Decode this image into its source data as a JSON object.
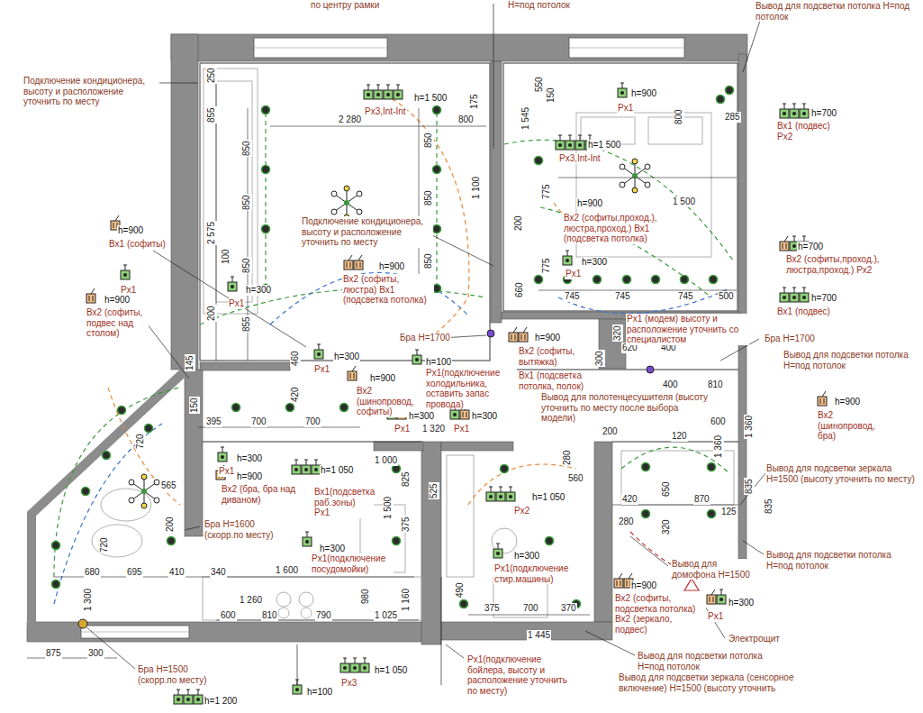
{
  "diagram": {
    "labels": [
      "по центру рамки",
      "Н=под потолок",
      "Вывод для подсветки потолка Н=под потолок",
      "Подключение кондиционера, высоту и расположение уточнить по месту",
      "h=1 500",
      "Рх3,Int-Int",
      "h=900",
      "Рх1",
      "h=700",
      "Вх1 (подвес) Рх2",
      "2 280",
      "800",
      "h=1 500",
      "Рх3,Int-Int",
      "1 100",
      "850",
      "850",
      "850",
      "250",
      "855",
      "2 575",
      "850",
      "850",
      "850",
      "855",
      "100",
      "200",
      "175",
      "550",
      "150",
      "1 545",
      "800",
      "1 500",
      "775",
      "775",
      "200",
      "660",
      "745",
      "745",
      "745",
      "500",
      "285",
      "h=900",
      "Вх2 (софиты,проход.), люстра,проход.) Вх1 (подсветка потолка)",
      "h=300",
      "Рх1",
      "h=700",
      "Вх2 (софиты,проход.), люстра,проход.) Рх2",
      "h=700",
      "Вх1 (подвес)",
      "h=900",
      "Вх1 (софиты)",
      "Рх1",
      "h=900",
      "Вх2 (софиты, подвес над столом)",
      "h=300",
      "Рх1",
      "Подключение кондиционера, высоту и расположение уточнить по месту",
      "h=900",
      "Вх2 (софиты, люстра) Вх1 (подсветка потолка)",
      "Бра Н=1700",
      "h=300",
      "Рх1",
      "460",
      "420",
      "h=100",
      "Рх1(подключение холодильника, оставить запас провода)",
      "h=900",
      "Вх2 (софиты, вытяжка)",
      "320",
      "300",
      "620",
      "400",
      "Рх1 (модем) высоту и расположение уточнить со специалистом",
      "Бра Н=1700",
      "Вывод для подсветки потолка Н=под потолок",
      "Вх1 (подсветка потолка, полок)",
      "h=900",
      "Вх2 (шинопровод, софиты)",
      "145",
      "150",
      "395",
      "700",
      "700",
      "h=300",
      "Рх1",
      "h=300",
      "Рх1",
      "1 320",
      "400",
      "810",
      "Вывод для полотенцесушителя (высоту уточнить по месту после выбора модели)",
      "h=900",
      "Вх2 (шинопровод, бра)",
      "1 360",
      "1 360",
      "600",
      "120",
      "200",
      "Вывод для подсветки зеркала H=1500 (высоту уточнить по месту)",
      "h=300",
      "Рх1",
      "h=900",
      "Вх2 (бра, бра над диваном)",
      "h=1 050",
      "Вх1(подсветка раб.зоны) Рх1",
      "1 000",
      "825",
      "525",
      "375",
      "1 500",
      "280",
      "560",
      "h=1 050",
      "Рх2",
      "420",
      "870",
      "650",
      "835",
      "835",
      "125",
      "280",
      "320",
      "Бра Н=1600 (скорр.по месту)",
      "565",
      "200",
      "720",
      "720",
      "h=300",
      "Рх1(подключение посудомойки)",
      "h=300",
      "Рх1(подключение стир.машины)",
      "680",
      "695",
      "410",
      "340",
      "1 600",
      "1 300",
      "Вывод для домофона Н=1500",
      "Вывод для подсветки потолка Н=под потолок",
      "h=900",
      "Вх2 (софиты, подсветка потолка) Вх2 (зеркало, подвес)",
      "h=300",
      "Рх1",
      "Электрощит",
      "1 260",
      "980",
      "1 160",
      "600",
      "810",
      "790",
      "1 025",
      "375",
      "700",
      "370",
      "490",
      "1 445",
      "875",
      "300",
      "Бра Н=1500 (скорр.по месту)",
      "h=1 050",
      "Рх3",
      "h=100",
      "Рх1(подключение бойлера, высоту и расположение уточнить по месту)",
      "Вывод для подсветки потолка Н=под потолок",
      "Вывод для подсветки зеркала (сенсорное включение) Н=1500 (высоту уточнить",
      "h=1 200"
    ]
  }
}
